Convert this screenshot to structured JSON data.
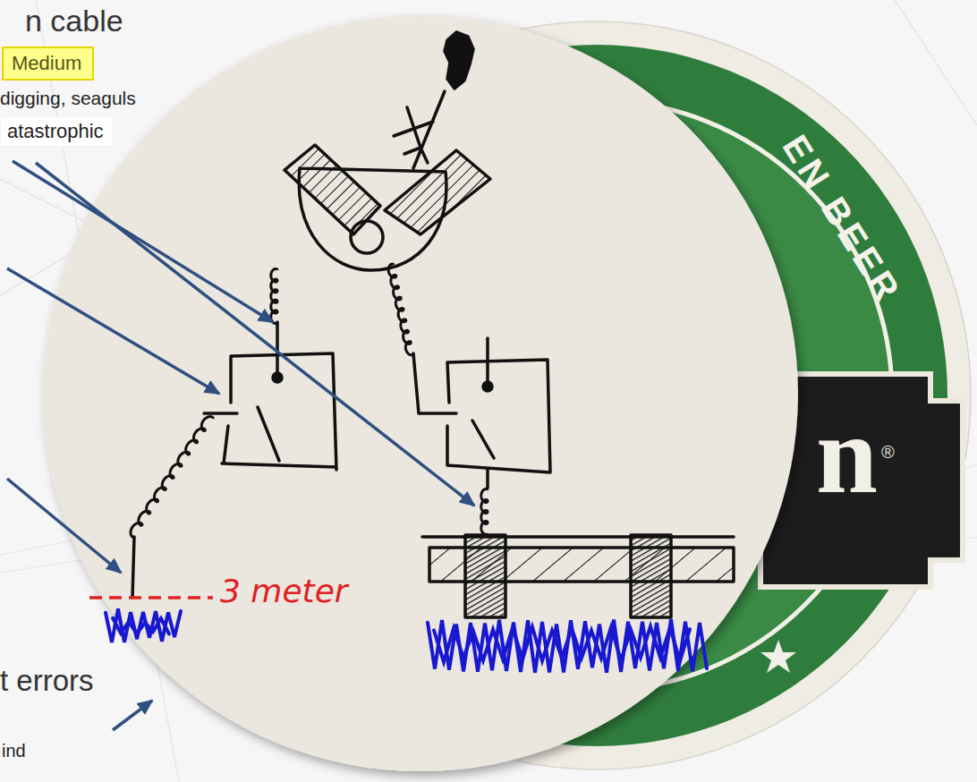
{
  "diagram": {
    "title": "n cable",
    "nodes": [
      {
        "text": [
          "Medium"
        ]
      },
      {
        "text": [
          "atastrophic"
        ]
      }
    ],
    "labels": [
      "digging, seaguls",
      "t errors",
      "ind",
      "3 meter",
      "EN BEER",
      "n",
      "®"
    ]
  }
}
